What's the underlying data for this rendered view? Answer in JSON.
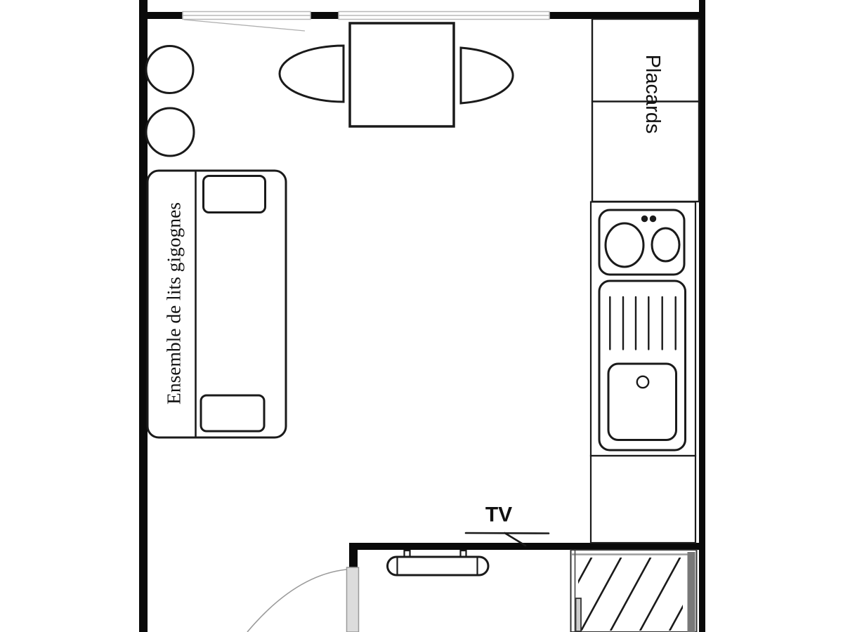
{
  "labels": {
    "closet": "Placards",
    "bed": "Ensemble de lits gigognes",
    "tv": "TV"
  },
  "colors": {
    "background": "#ffffff",
    "wall": "#0a0a0a",
    "line": "#1a1a1a",
    "text": "#111111",
    "window": "#b8b8b8",
    "window_swing": "#b0b0b0",
    "door_fill": "#dcdcdc",
    "door_edge": "#999999",
    "swing_arc": "#9a9a9a",
    "shower_frame": "#787878",
    "shower_inner": "#9c9c9c",
    "handle_fill": "#cccccc"
  }
}
